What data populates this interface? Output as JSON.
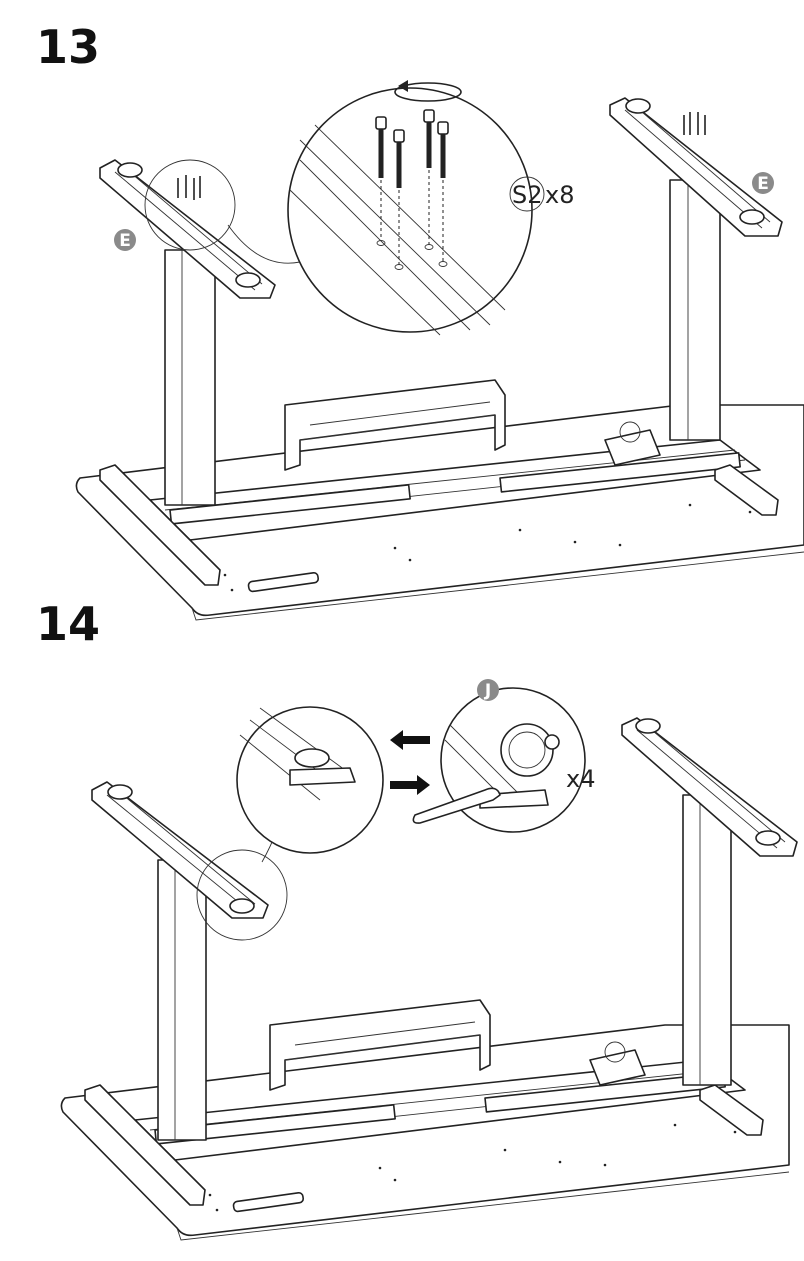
{
  "steps": [
    {
      "number": "13",
      "callout": {
        "part": "S2",
        "qty": "x8"
      },
      "part_badges": [
        "E",
        "E"
      ]
    },
    {
      "number": "14",
      "callout": {
        "part_badge": "J",
        "qty": "x4"
      }
    }
  ],
  "colors": {
    "line": "#222222",
    "badge": "#8a8a8a",
    "background": "#ffffff"
  }
}
